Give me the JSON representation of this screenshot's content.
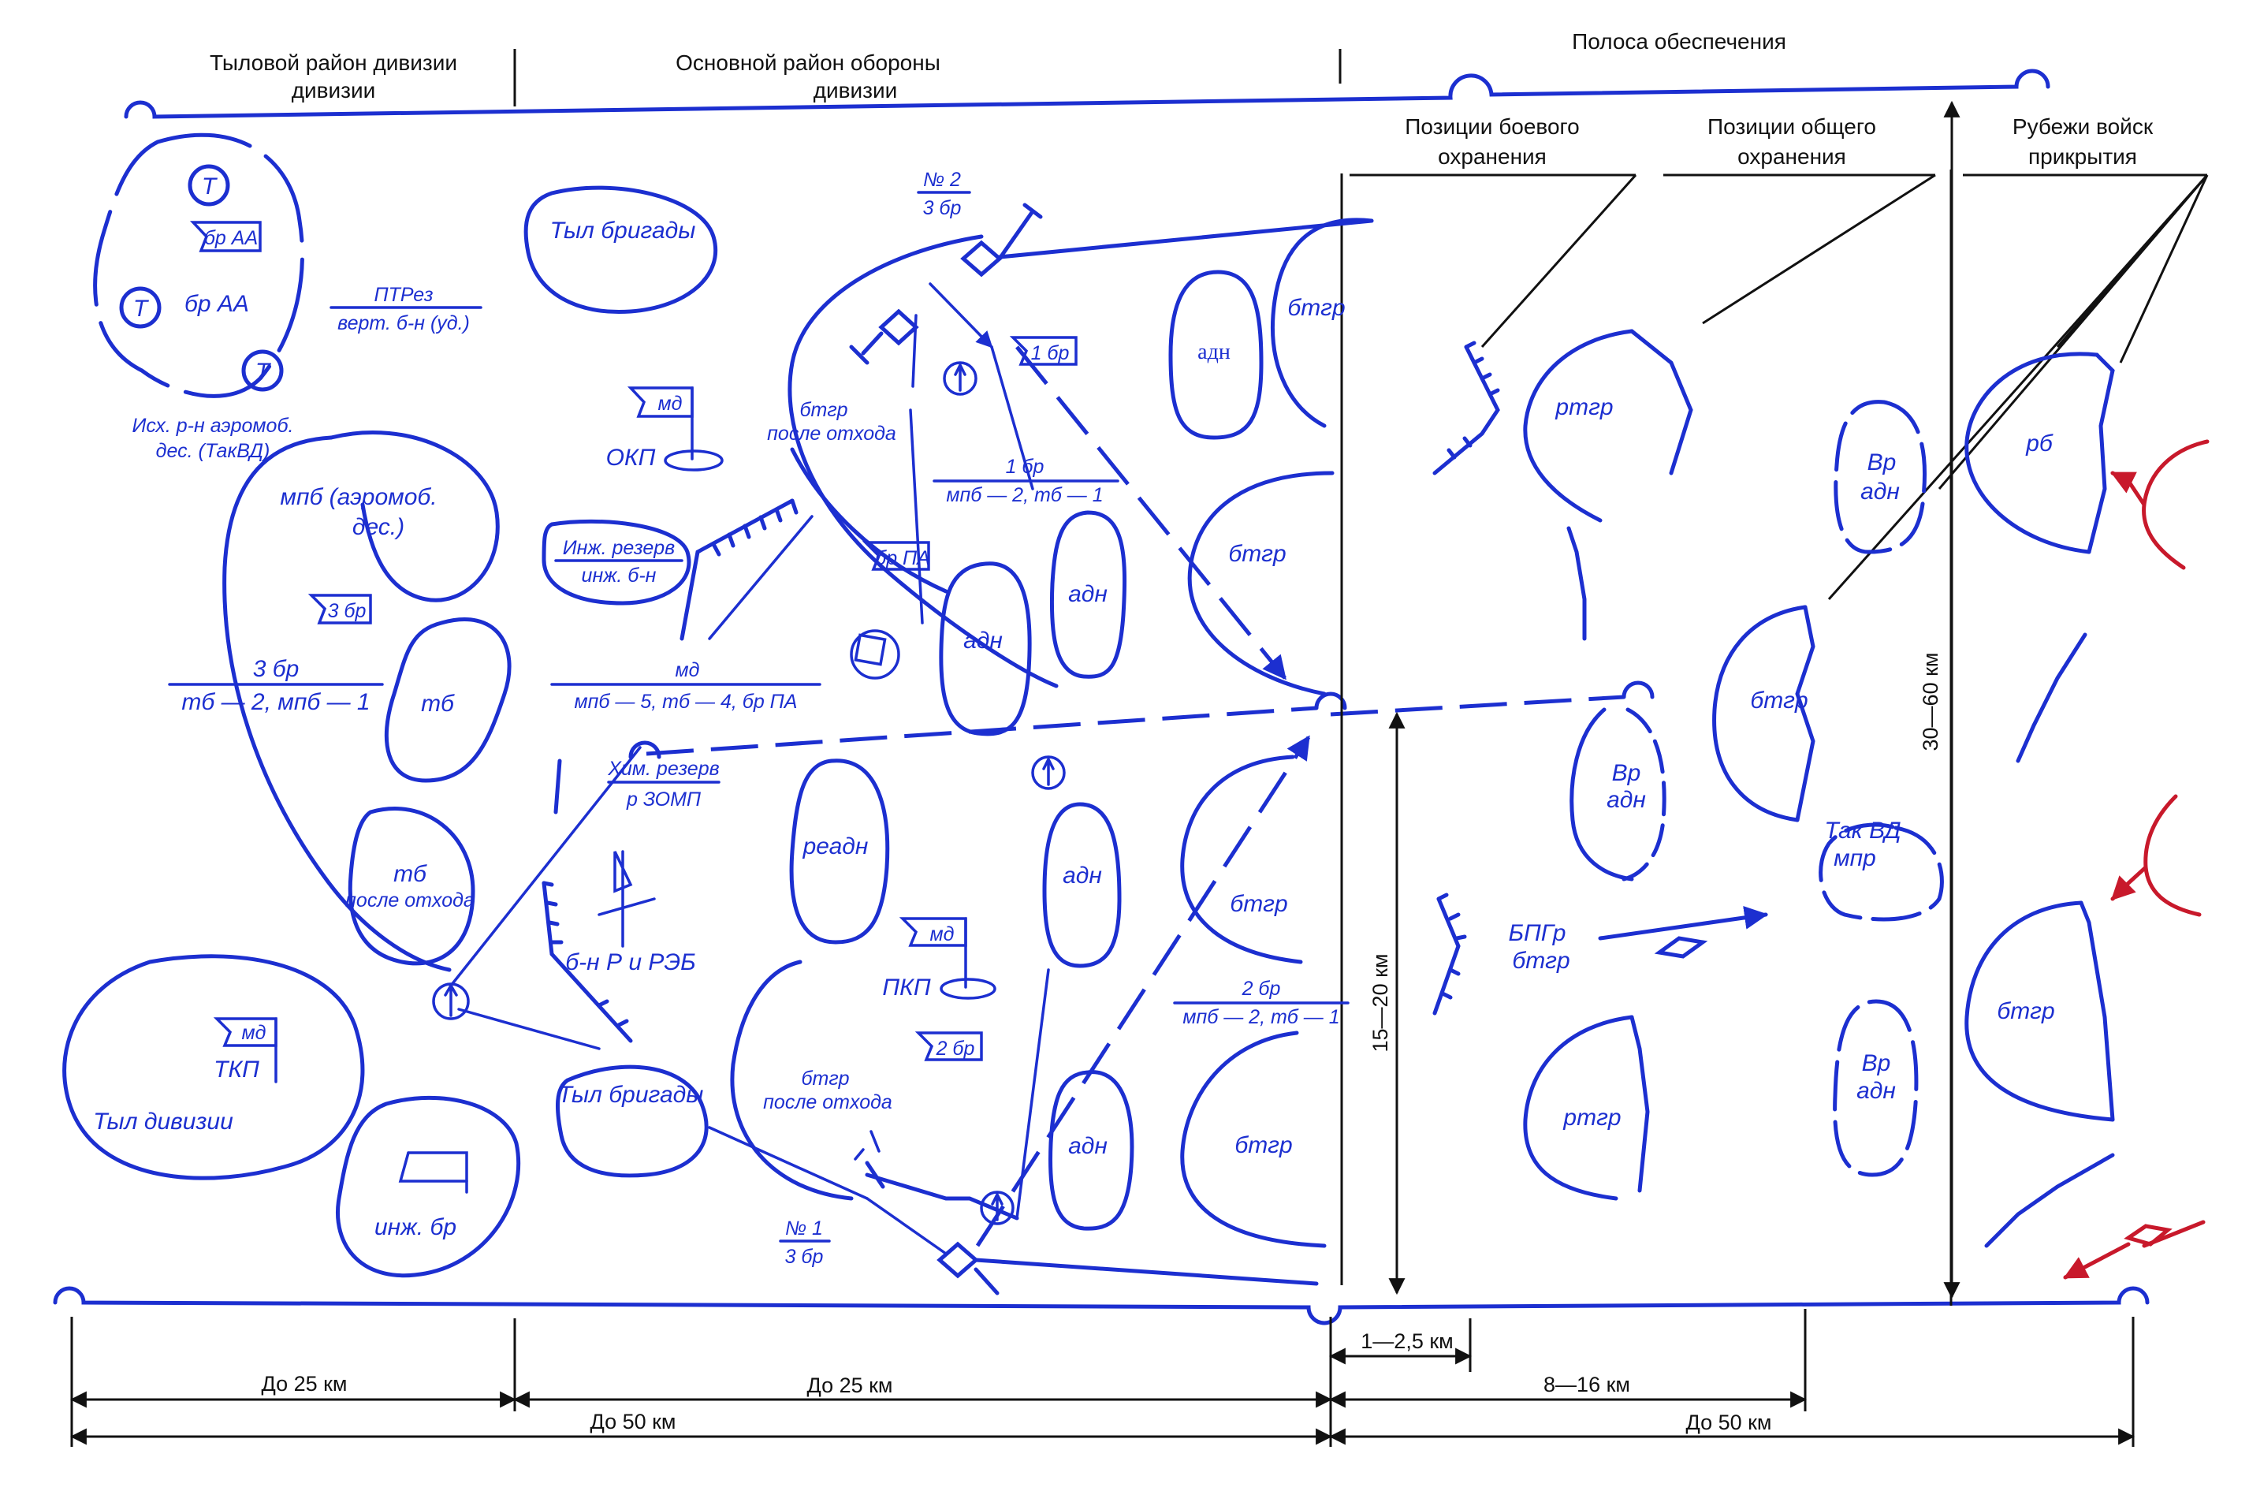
{
  "headers": {
    "rear_area": "Тыловой район дивизии",
    "main_area_line1": "Основной район обороны",
    "main_area_line2": "дивизии",
    "security_zone": "Полоса обеспечения",
    "combat_outposts_line1": "Позиции боевого",
    "combat_outposts_line2": "охранения",
    "general_outposts_line1": "Позиции общего",
    "general_outposts_line2": "охранения",
    "covering_line1": "Рубежи войск",
    "covering_line2": "прикрытия"
  },
  "rear_area": {
    "aa_flag": "бр АА",
    "aa_brigade": "бр АА",
    "t_symbol": "Т",
    "at_reserve": "ПТРез",
    "at_reserve_unit": "верт. б-н (уд.)",
    "airmobile_start_line1": "Исх. р-н аэромоб.",
    "airmobile_start_line2": "дес. (ТакВД)",
    "md_flag_tkp": "мд",
    "tkp": "ТКП",
    "division_rear": "Тыл дивизии",
    "engineer_brigade": "инж. бр"
  },
  "brigade3": {
    "mpb_line1": "мпб (аэромоб.",
    "mpb_line2": "дес.)",
    "flag": "3 бр",
    "composition_title": "3 бр",
    "composition": "тб — 2, мпб — 1",
    "tb": "тб",
    "tb_after_title": "тб",
    "tb_after": "после отхода"
  },
  "main_area": {
    "brigade_rear_top": "Тыл бригады",
    "brigade_rear_bottom": "Тыл бригады",
    "md_flag_okp": "мд",
    "okp": "ОКП",
    "eng_reserve_title": "Инж. резерв",
    "eng_reserve_unit": "инж. б-н",
    "md_title": "мд",
    "md_composition": "мпб — 5, тб — 4, бр ПА",
    "chem_reserve_title": "Хим. резерв",
    "chem_reserve_unit": "р ЗОМП",
    "recon_ew": "б-н Р и РЭБ",
    "md_flag_pkp": "мд",
    "pkp": "ПКП",
    "reactive_battalion": "реадн",
    "cp_no1_title": "№ 1",
    "cp_no1_unit": "3 бр",
    "cp_no2_title": "№ 2",
    "cp_no2_unit": "3 бр",
    "btgr_after_top_title": "бтгр",
    "btgr_after_top": "после отхода",
    "btgr_after_bottom_title": "бтгр",
    "btgr_after_bottom": "после отхода",
    "flag_1br": "1 бр",
    "brigade1_title": "1 бр",
    "brigade1_composition": "мпб — 2, тб — 1",
    "flag_brpa": "бр ПА",
    "flag_2br": "2 бр",
    "brigade2_title": "2 бр",
    "brigade2_composition": "мпб — 2, тб — 1",
    "adn": "адн",
    "btgr": "бтгр"
  },
  "security_zone": {
    "rtgr": "ртгр",
    "vr_adn_title": "Вр",
    "vr_adn": "адн",
    "btgr": "бтгр",
    "bpgr_title": "БПГр",
    "bpgr_unit": "бтгр",
    "tac_airborne_title": "Так ВД",
    "tac_airborne_unit": "мпр",
    "rb": "рб"
  },
  "dimensions": {
    "depth_rear": "До 25 км",
    "depth_main": "До 25 км",
    "depth_total": "До 50 км",
    "combat_outpost_depth": "1—2,5 км",
    "general_outpost_depth": "8—16 км",
    "security_depth": "До 50 км",
    "brigade_front": "15—20 км",
    "front_width": "30—60 км"
  },
  "colors": {
    "friendly": "#1c2fd0",
    "enemy": "#c8192b",
    "lines": "#111111"
  }
}
